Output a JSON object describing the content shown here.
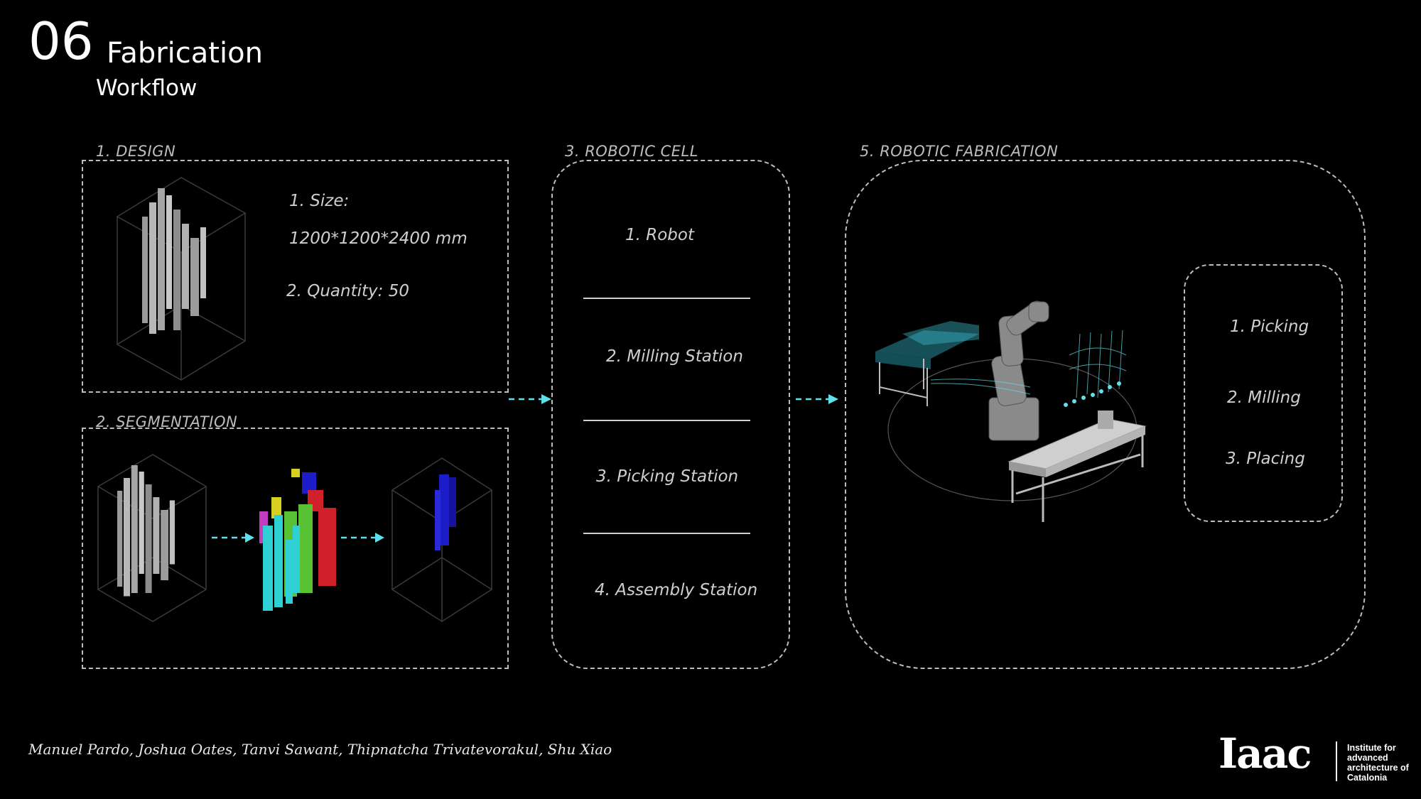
{
  "header": {
    "number": "06",
    "title": "Fabrication",
    "subtitle": "Workflow"
  },
  "sections": {
    "design": {
      "label": "1. DESIGN",
      "size_label": "1. Size:",
      "size_value": "1200*1200*2400 mm",
      "quantity": "2. Quantity: 50"
    },
    "segmentation": {
      "label": "2. SEGMENTATION"
    },
    "robotic_cell": {
      "label": "3. ROBOTIC CELL",
      "items": [
        "1. Robot",
        "2. Milling Station",
        "3. Picking Station",
        "4. Assembly Station"
      ]
    },
    "robotic_fabrication": {
      "label": "5. ROBOTIC FABRICATION",
      "steps": [
        "1. Picking",
        "2. Milling",
        "3. Placing"
      ]
    }
  },
  "footer": {
    "credits": "Manuel Pardo, Joshua Oates, Tanvi Sawant, Thipnatcha Trivatevorakul, Shu Xiao",
    "logo_mark": "Iaac",
    "logo_text": "Institute for advanced architecture of Catalonia"
  },
  "colors": {
    "background": "#000000",
    "dashed_border": "#bdbdbd",
    "arrow": "#5fe0ea",
    "segment_cyan": "#2fd0d4",
    "segment_green": "#59c234",
    "segment_red": "#d0202a",
    "segment_blue": "#1c1cc8",
    "segment_magenta": "#c23cc2",
    "segment_yellow": "#d8d020"
  }
}
